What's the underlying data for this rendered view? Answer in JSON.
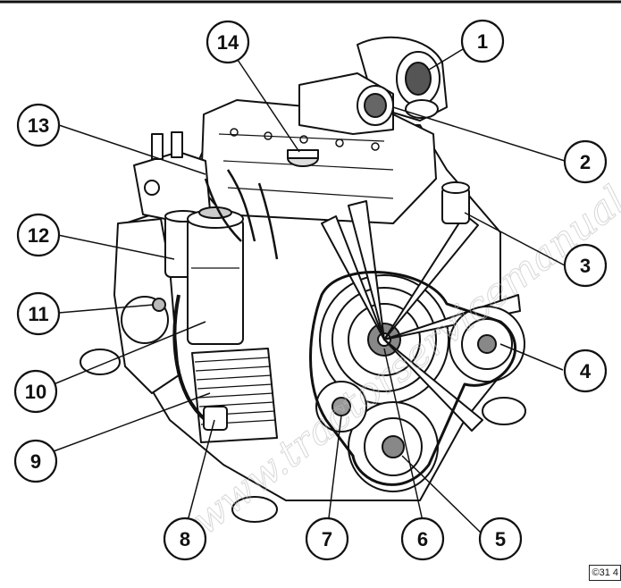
{
  "figure": {
    "callouts": [
      "1",
      "2",
      "3",
      "4",
      "5",
      "6",
      "7",
      "8",
      "9",
      "10",
      "11",
      "12",
      "13",
      "14"
    ],
    "reference": "©31 4",
    "watermark": "www.tractorservicemanual.com"
  },
  "colors": {
    "ink": "#111111",
    "paper": "#ffffff",
    "shade": "#9a9a9a",
    "watermark": "#c8c8c8"
  }
}
